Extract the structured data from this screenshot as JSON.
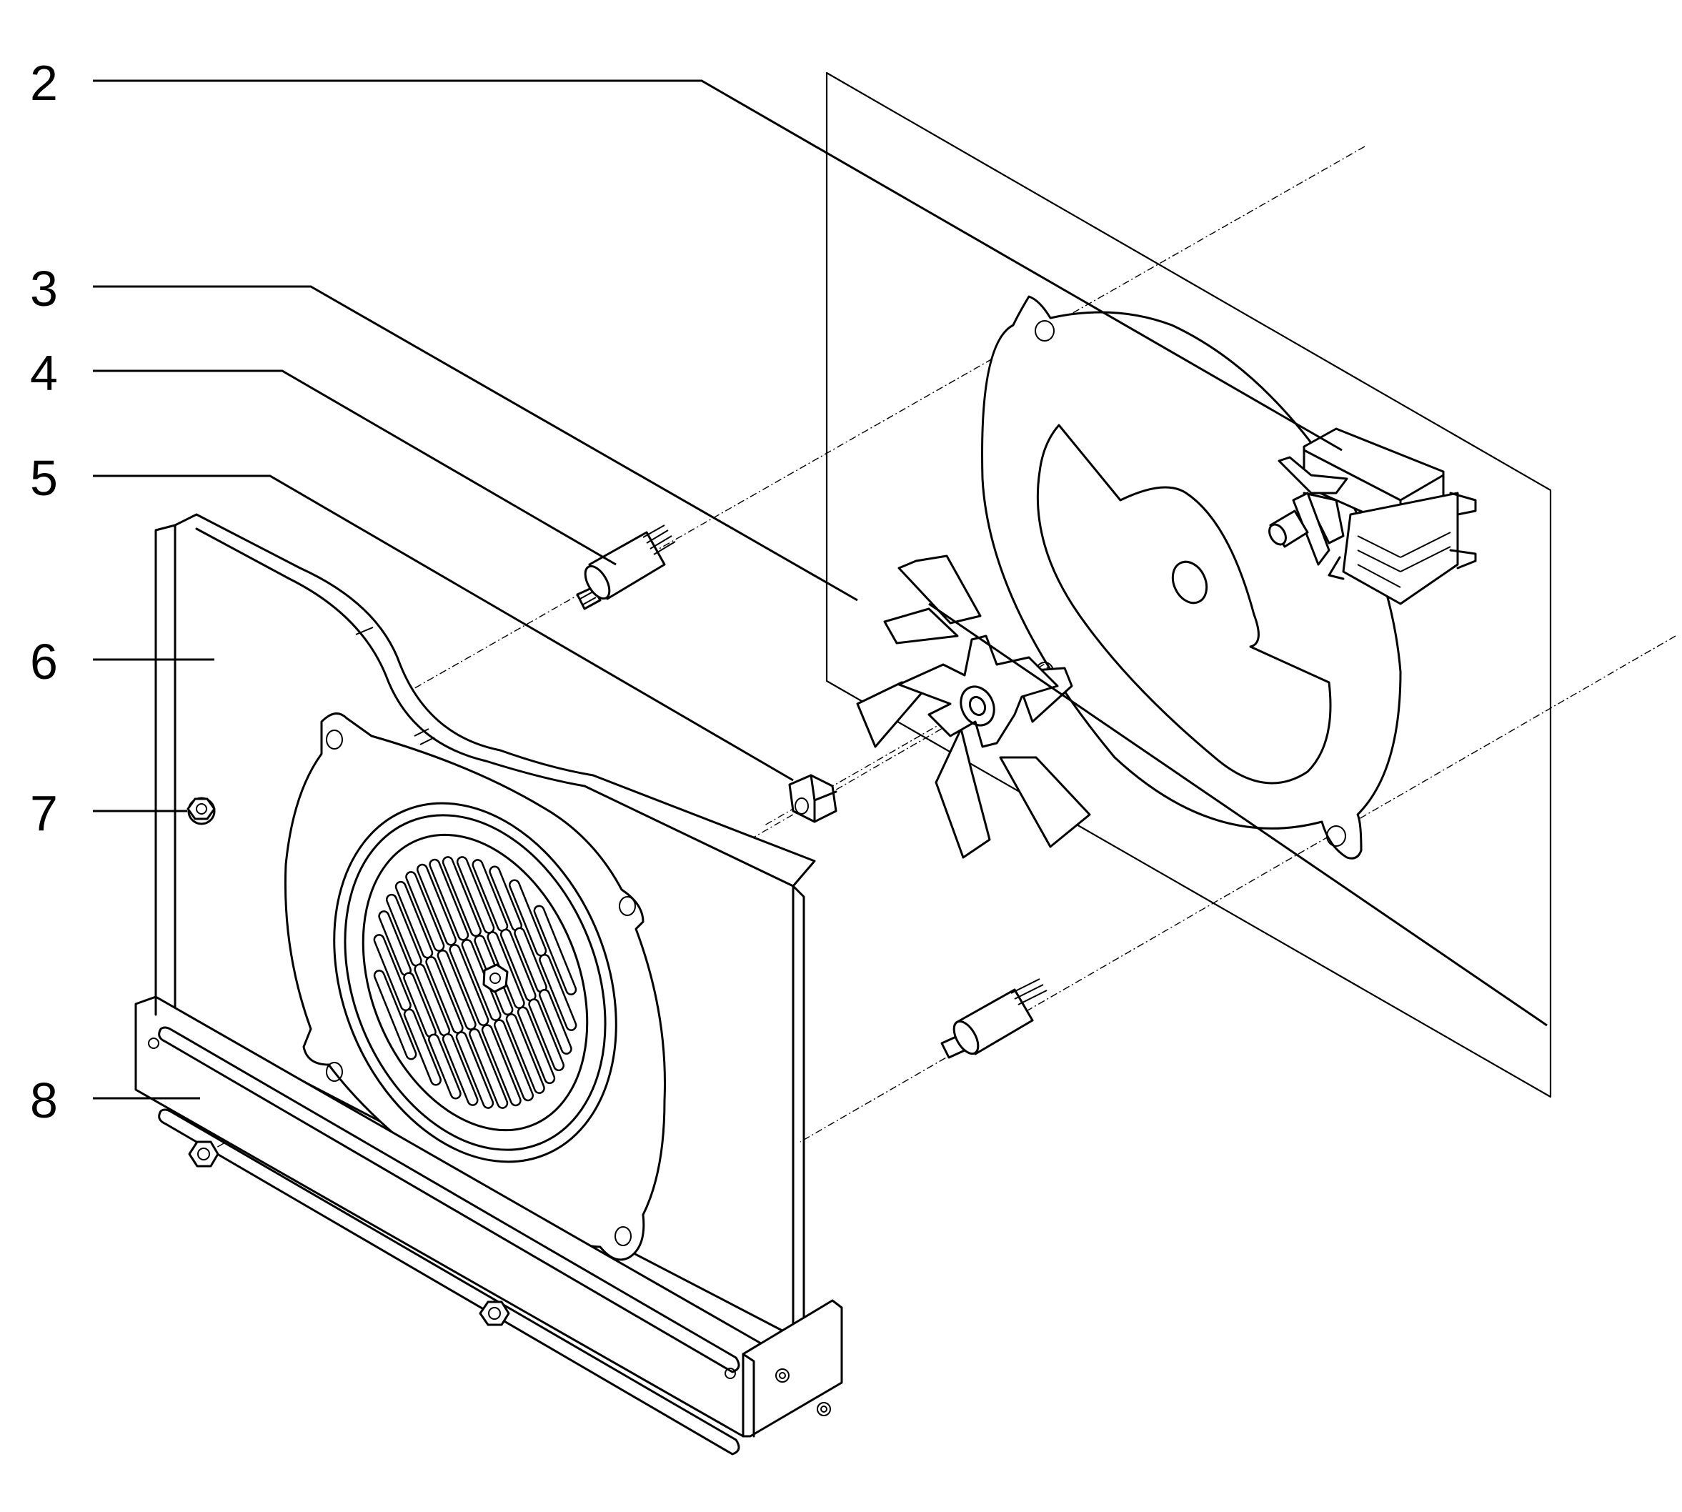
{
  "callouts": [
    {
      "id": "2",
      "label": "2"
    },
    {
      "id": "3",
      "label": "3"
    },
    {
      "id": "4",
      "label": "4"
    },
    {
      "id": "5",
      "label": "5"
    },
    {
      "id": "6",
      "label": "6"
    },
    {
      "id": "7",
      "label": "7"
    },
    {
      "id": "8",
      "label": "8"
    }
  ]
}
